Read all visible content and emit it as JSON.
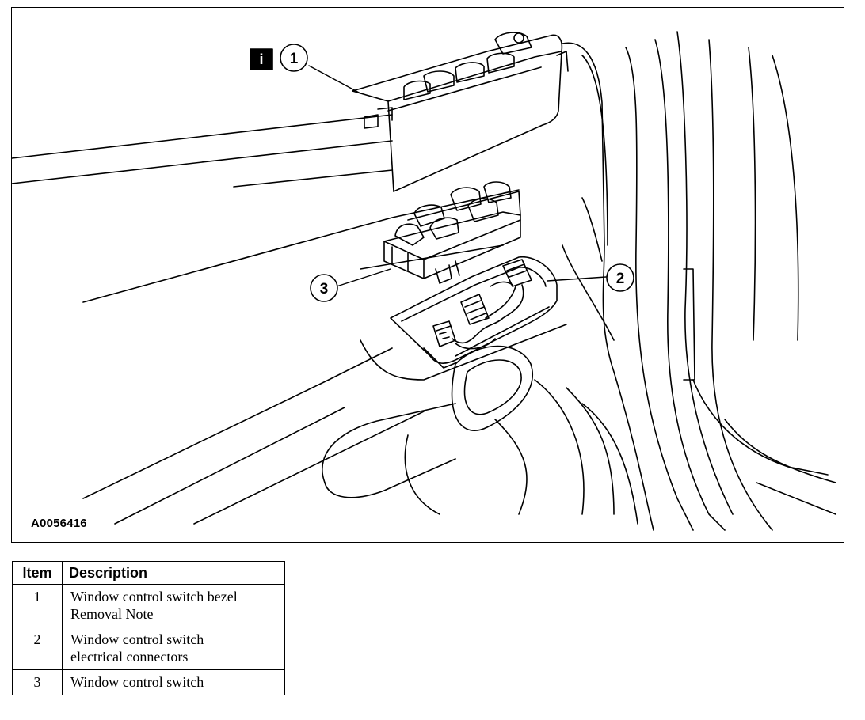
{
  "figure": {
    "id": "A0056416",
    "info_icon_glyph": "i",
    "callouts": [
      {
        "number": "1"
      },
      {
        "number": "2"
      },
      {
        "number": "3"
      }
    ]
  },
  "legend": {
    "headers": {
      "item": "Item",
      "description": "Description"
    },
    "rows": [
      {
        "item": "1",
        "lines": [
          "Window control switch bezel",
          "Removal Note"
        ]
      },
      {
        "item": "2",
        "lines": [
          "Window control switch",
          "electrical connectors"
        ]
      },
      {
        "item": "3",
        "lines": [
          "Window control switch"
        ]
      }
    ]
  }
}
